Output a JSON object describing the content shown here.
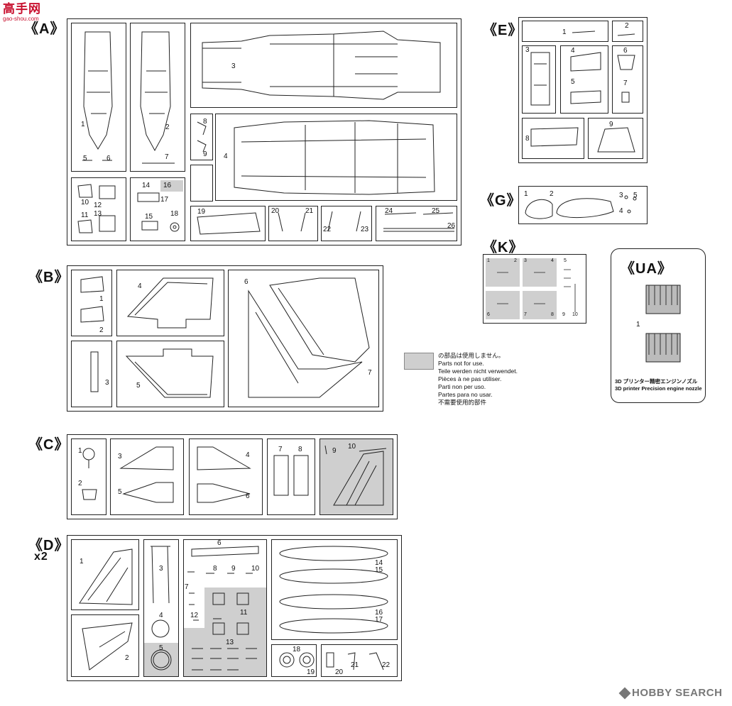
{
  "watermark_top": {
    "chars": "高手网",
    "domain": "gao-shou.com"
  },
  "watermark_bottom": {
    "brand": "HOBBY SEARCH"
  },
  "sprues": {
    "A": {
      "label": "《A》",
      "parts": [
        "1",
        "2",
        "3",
        "4",
        "5",
        "6",
        "7",
        "8",
        "9",
        "10",
        "11",
        "12",
        "13",
        "14",
        "15",
        "16",
        "17",
        "18",
        "19",
        "20",
        "21",
        "22",
        "23",
        "24",
        "25",
        "26"
      ]
    },
    "B": {
      "label": "《B》",
      "parts": [
        "1",
        "2",
        "3",
        "4",
        "5",
        "6",
        "7"
      ]
    },
    "C": {
      "label": "《C》",
      "parts": [
        "1",
        "2",
        "3",
        "4",
        "5",
        "6",
        "7",
        "8",
        "9",
        "10"
      ]
    },
    "D": {
      "label": "《D》",
      "multiplier": "x2",
      "parts": [
        "1",
        "2",
        "3",
        "4",
        "5",
        "6",
        "7",
        "8",
        "9",
        "10",
        "11",
        "12",
        "13",
        "14",
        "15",
        "16",
        "17",
        "18",
        "19",
        "20",
        "21",
        "22"
      ]
    },
    "E": {
      "label": "《E》",
      "parts": [
        "1",
        "2",
        "3",
        "4",
        "5",
        "6",
        "7",
        "8",
        "9"
      ]
    },
    "G": {
      "label": "《G》",
      "parts": [
        "1",
        "2",
        "3",
        "4",
        "5"
      ]
    },
    "K": {
      "label": "《K》",
      "parts": [
        "1",
        "2",
        "3",
        "4",
        "5",
        "6",
        "7",
        "8",
        "9",
        "10"
      ]
    },
    "UA": {
      "label": "《UA》",
      "parts": [
        "1"
      ],
      "caption_jp": "3D プリンター精密エンジンノズル",
      "caption_en": "3D printer Precision engine nozzle"
    }
  },
  "legend": {
    "swatch_color": "#cfcfcf",
    "lines": [
      "の部品は使用しません。",
      "Parts not for use.",
      "Teile werden nicht verwendet.",
      "Pièces à ne pas utiliser.",
      "Parti non per uso.",
      "Partes para no usar.",
      "不需要使用的部件"
    ]
  }
}
